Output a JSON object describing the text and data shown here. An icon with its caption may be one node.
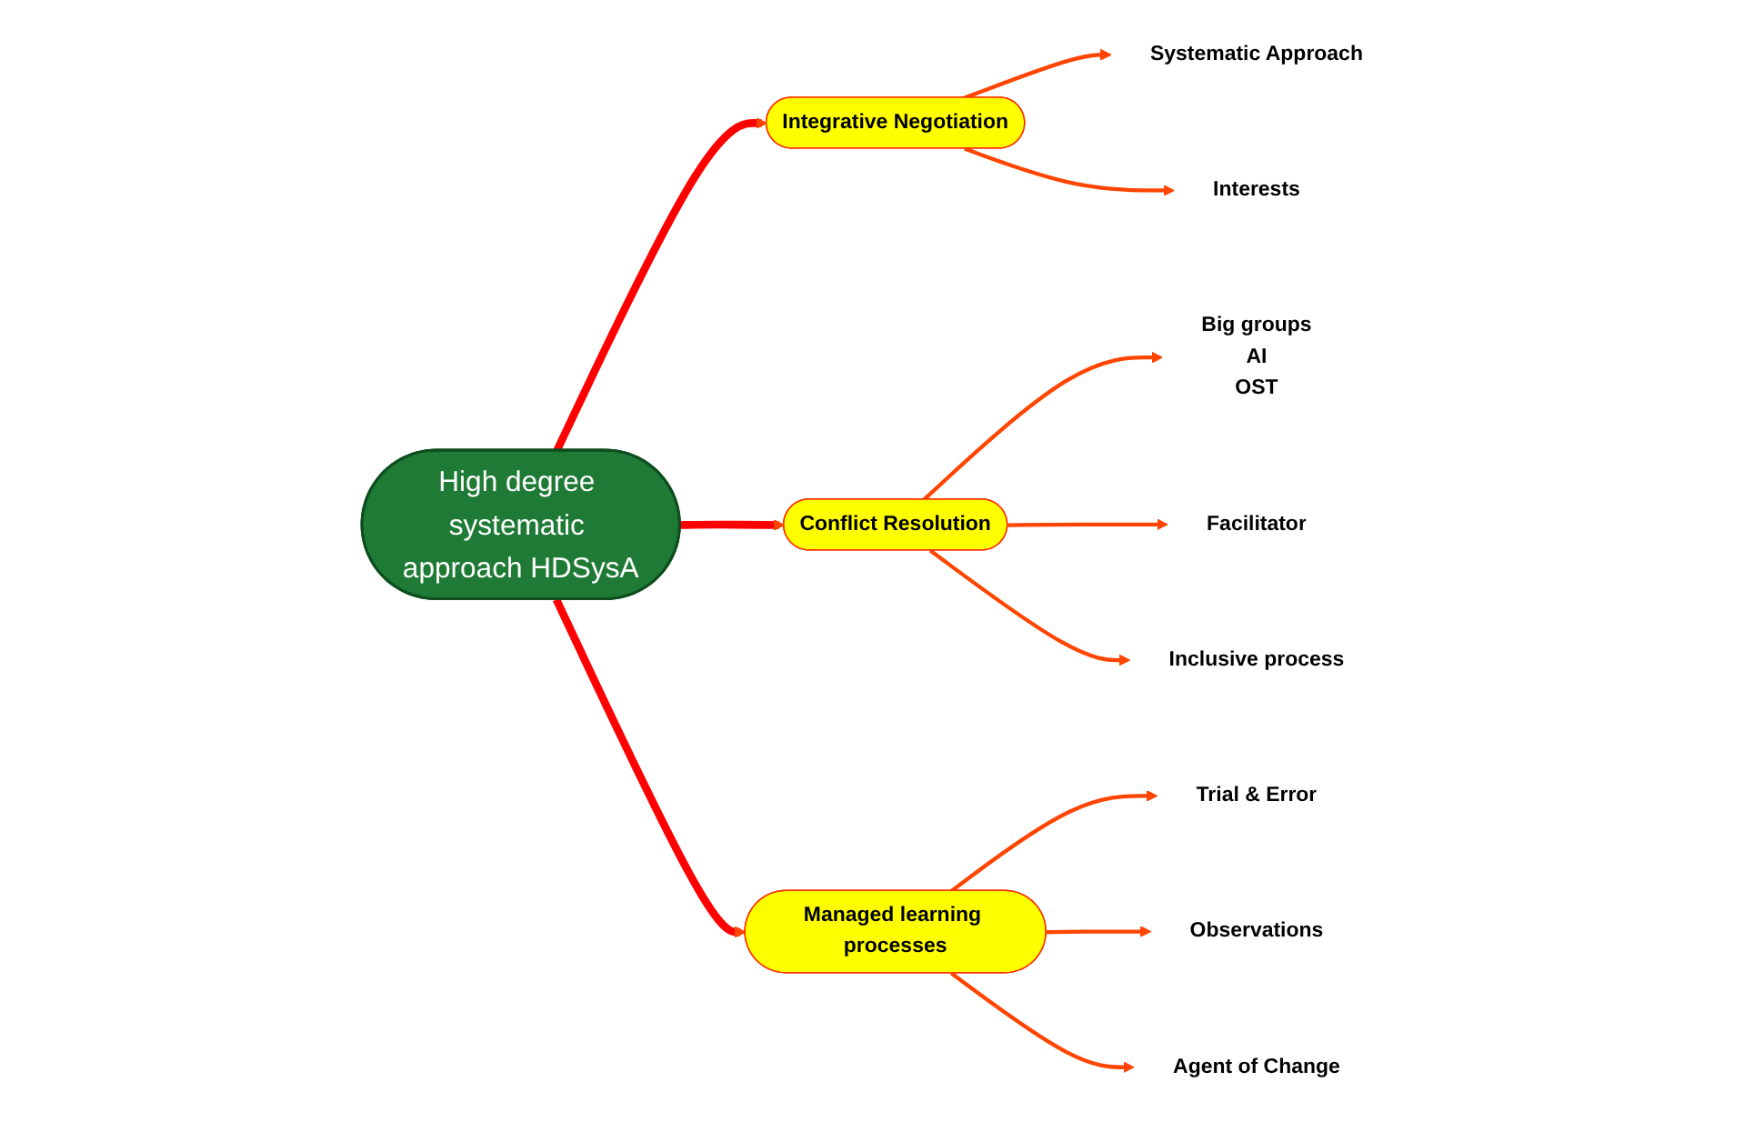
{
  "diagram": {
    "nodes": [
      {
        "text": [
          "High degree systematic approach HDSysA"
        ]
      },
      {
        "text": [
          "Integrative Negotiation"
        ]
      },
      {
        "text": [
          "Conflict Resolution"
        ]
      },
      {
        "text": [
          "Managed learning processes"
        ]
      },
      {
        "text": [
          "Systematic Approach"
        ]
      },
      {
        "text": [
          "Interests"
        ]
      },
      {
        "text": [
          "Big groups",
          "AI",
          "OST"
        ]
      },
      {
        "text": [
          "Facilitator"
        ]
      },
      {
        "text": [
          "Inclusive process"
        ]
      },
      {
        "text": [
          "Trial & Error"
        ]
      },
      {
        "text": [
          "Observations"
        ]
      },
      {
        "text": [
          "Agent of Change"
        ]
      }
    ],
    "edges": [
      {
        "from": 0,
        "to": 1,
        "arrow": "to",
        "style": "thick",
        "color": "#ff0000"
      },
      {
        "from": 0,
        "to": 2,
        "arrow": "to",
        "style": "thick",
        "color": "#ff0000"
      },
      {
        "from": 0,
        "to": 3,
        "arrow": "to",
        "style": "thick",
        "color": "#ff0000"
      },
      {
        "from": 1,
        "to": 4,
        "arrow": "to"
      },
      {
        "from": 1,
        "to": 5,
        "arrow": "to"
      },
      {
        "from": 2,
        "to": 6,
        "arrow": "to"
      },
      {
        "from": 2,
        "to": 7,
        "arrow": "to"
      },
      {
        "from": 2,
        "to": 8,
        "arrow": "to"
      },
      {
        "from": 3,
        "to": 9,
        "arrow": "to"
      },
      {
        "from": 3,
        "to": 10,
        "arrow": "to"
      },
      {
        "from": 3,
        "to": 11,
        "arrow": "to"
      }
    ]
  }
}
